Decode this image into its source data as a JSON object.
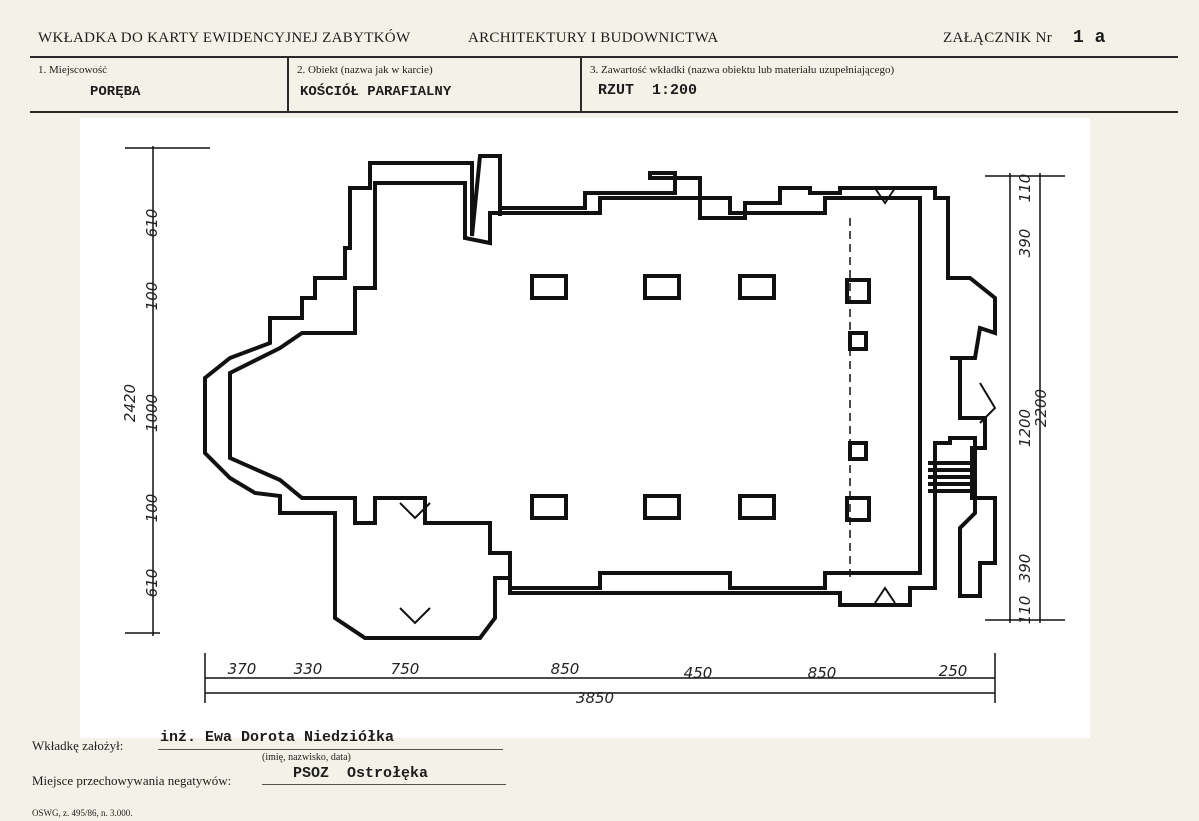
{
  "header": {
    "title_left": "WKŁADKA DO KARTY EWIDENCYJNEJ ZABYTKÓW",
    "title_mid": "ARCHITEKTURY I BUDOWNICTWA",
    "attachment_label": "ZAŁĄCZNIK Nr",
    "attachment_no": "1 a"
  },
  "fields": {
    "f1_label": "1. Miejscowość",
    "f1_value": "PORĘBA",
    "f2_label": "2. Obiekt (nazwa jak w karcie)",
    "f2_value": "KOŚCIÓŁ PARAFIALNY",
    "f3_label": "3. Zawartość wkładki (nazwa obiektu lub materiału uzupełniającego)",
    "f3_value": "RZUT  1:200"
  },
  "plan": {
    "left_dims": {
      "total": "2420",
      "a": "610",
      "b": "100",
      "c": "1000",
      "d": "100",
      "e": "610"
    },
    "right_dims": {
      "total": "2200",
      "a": "110",
      "b": "390",
      "c": "1200",
      "d": "390",
      "e": "110"
    },
    "bottom_dims": {
      "s1": "370",
      "s2": "330",
      "s3": "750",
      "s4": "850",
      "s5": "450",
      "s6": "850",
      "s7": "250",
      "total": "3850"
    }
  },
  "footer": {
    "founder_label": "Wkładkę założył:",
    "founder_value": "inż. Ewa Dorota Niedziółka",
    "founder_hint": "(imię, nazwisko, data)",
    "storage_label": "Miejsce przechowywania negatywów:",
    "storage_value": "PSOZ  Ostrołęka",
    "print_info": "OSWG, z. 495/86, n. 3.000."
  }
}
